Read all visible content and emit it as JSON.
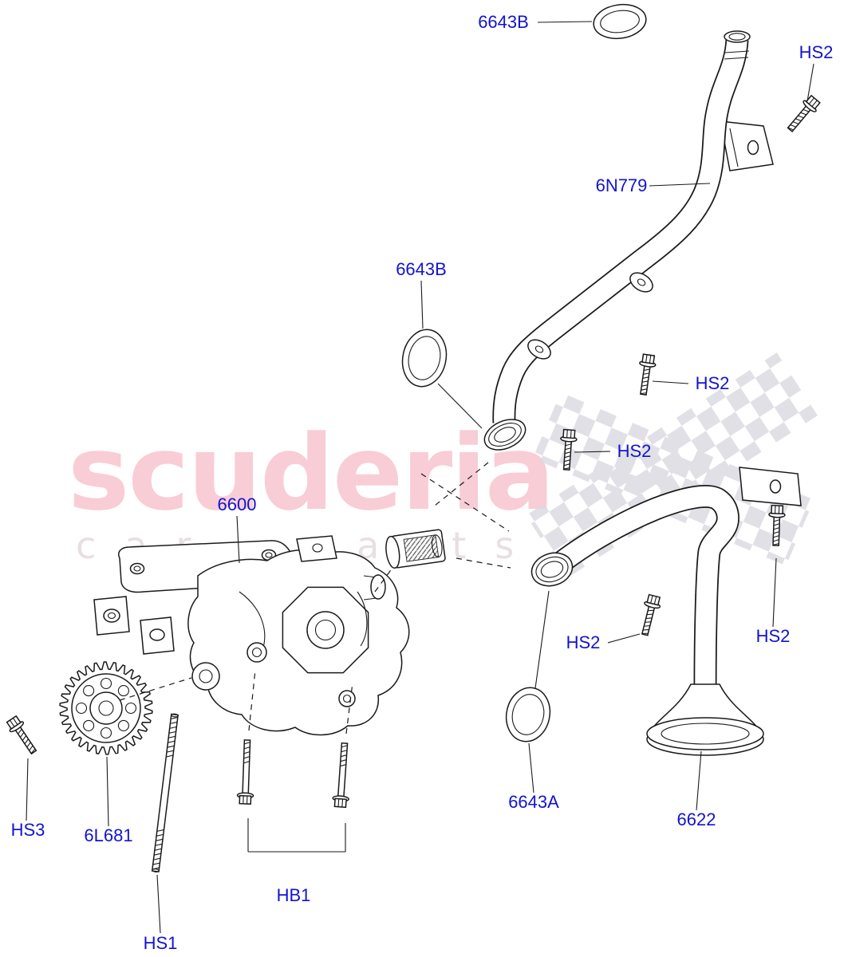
{
  "watermark": {
    "title": "scuderia",
    "subtitle": "car parts",
    "title_color": "#f8cdd5",
    "subtitle_color": "#e9dee2"
  },
  "diagram": {
    "label_color": "#1313cf",
    "line_color": "#1a1a1a",
    "labels": [
      {
        "id": "6643B-top",
        "text": "6643B"
      },
      {
        "id": "HS2-top-right",
        "text": "HS2"
      },
      {
        "id": "6N779",
        "text": "6N779"
      },
      {
        "id": "6643B-mid",
        "text": "6643B"
      },
      {
        "id": "HS2-upper-tab",
        "text": "HS2"
      },
      {
        "id": "HS2-lower-tab",
        "text": "HS2"
      },
      {
        "id": "6600",
        "text": "6600"
      },
      {
        "id": "HS2-flange",
        "text": "HS2"
      },
      {
        "id": "HS2-bracket",
        "text": "HS2"
      },
      {
        "id": "6643A",
        "text": "6643A"
      },
      {
        "id": "6622",
        "text": "6622"
      },
      {
        "id": "HS3",
        "text": "HS3"
      },
      {
        "id": "6L681",
        "text": "6L681"
      },
      {
        "id": "HB1",
        "text": "HB1"
      },
      {
        "id": "HS1",
        "text": "HS1"
      }
    ]
  }
}
